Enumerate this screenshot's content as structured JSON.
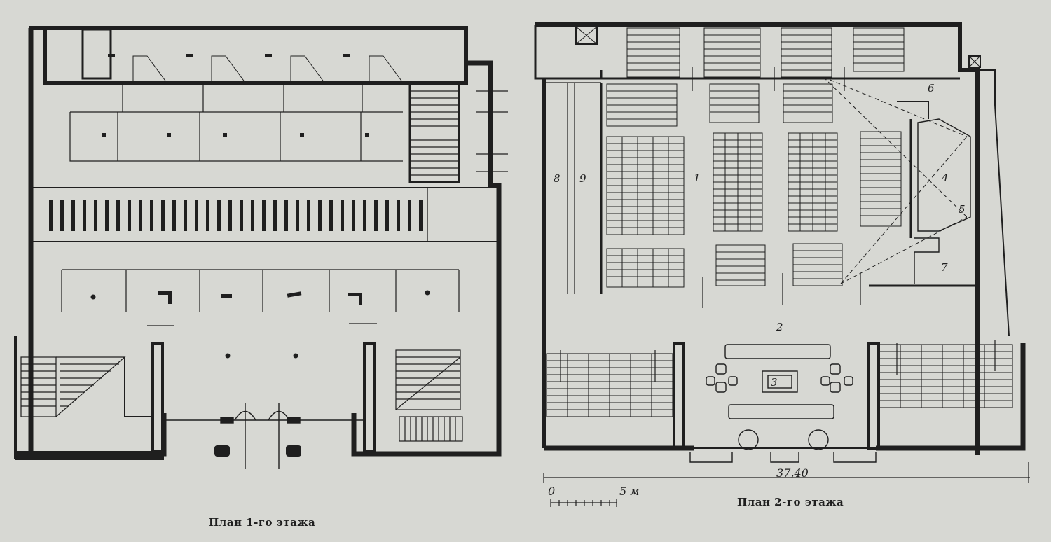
{
  "plan1": {
    "caption": "План  1-го  этажа"
  },
  "plan2": {
    "caption": "План 2-го этажа",
    "room_labels": [
      "1",
      "2",
      "3",
      "4",
      "5",
      "6",
      "7",
      "8",
      "9"
    ]
  },
  "scale": {
    "zero": "0",
    "five": "5 м",
    "total_width": "37,40"
  },
  "colors": {
    "paper": "#d7d8d3",
    "ink": "#1f1f1f"
  }
}
